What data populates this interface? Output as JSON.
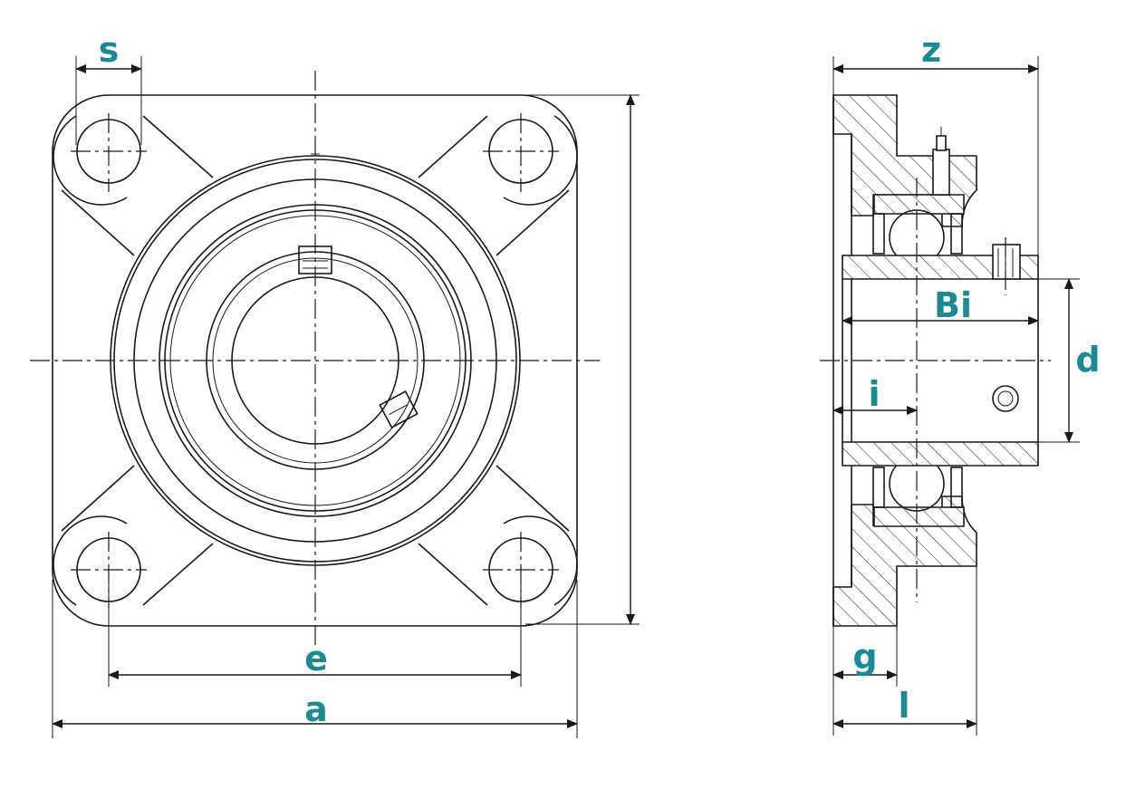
{
  "diagram": {
    "label_color": "#1a8a94",
    "line_color": "#1a1a1a",
    "dimensions": {
      "s": "s",
      "z": "z",
      "Bi": "Bi",
      "d": "d",
      "i": "i",
      "e": "e",
      "a": "a",
      "g": "g",
      "l": "l"
    }
  }
}
